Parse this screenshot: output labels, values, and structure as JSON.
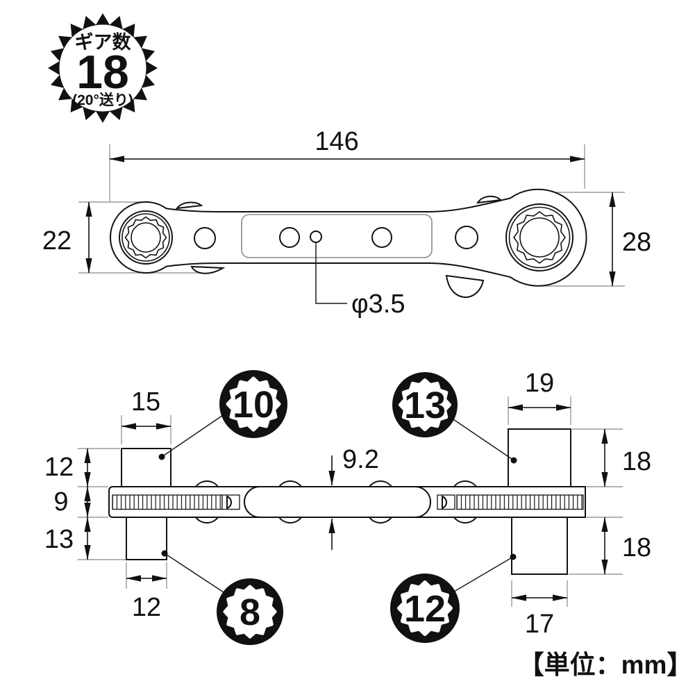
{
  "gear_badge": {
    "title": "ギア数",
    "count": "18",
    "note": "(20°送り)"
  },
  "top_view": {
    "length": "146",
    "left_head_height": "22",
    "right_head_height": "28",
    "hole_label": "φ3.5"
  },
  "side_view": {
    "top_left_width": "15",
    "top_left_height": "12",
    "body_height_left": "9",
    "bottom_left_height": "13",
    "bottom_left_width": "12",
    "center_thickness": "9.2",
    "top_right_width": "19",
    "top_right_height": "18",
    "bottom_right_height": "18",
    "bottom_right_width": "17",
    "sockets": {
      "top_left": "10",
      "top_right": "13",
      "bottom_left": "8",
      "bottom_right": "12"
    }
  },
  "footer": {
    "unit": "【単位：mm】"
  }
}
